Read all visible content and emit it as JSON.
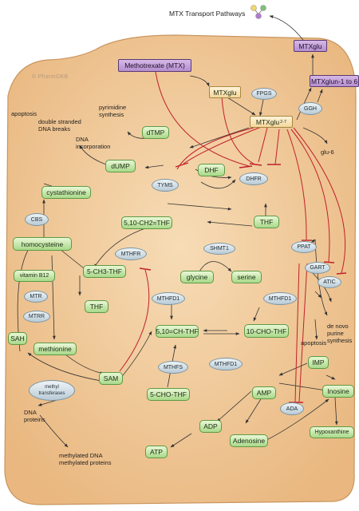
{
  "title": "MTX Transport Pathways",
  "watermark": "© PharmGKB",
  "drug": "Methotrexate (MTX)",
  "polyglutamates": {
    "mtxglu": "MTXglu",
    "mtxglu_27_main": "MTXglu",
    "mtxglu_27_sub": "2-7",
    "mtxglu_top": "MTXglu",
    "mtxglu_1n_main": "MTXglu",
    "mtxglu_1n_sub": "n-1 to 6"
  },
  "enzymes": {
    "fpgs": "FPGS",
    "ggh": "GGH",
    "tyms": "TYMS",
    "dhfr": "DHFR",
    "shmt1": "SHMT1",
    "mthfr": "MTHFR",
    "cbs": "CBS",
    "mtr": "MTR",
    "mtrr": "MTRR",
    "mthfd1_a": "MTHFD1",
    "mthfd1_b": "MTHFD1",
    "mthfd1_c": "MTHFD1",
    "mthfs": "MTHFS",
    "ppat": "PPAT",
    "gart": "GART",
    "atic": "ATIC",
    "ada": "ADA",
    "methyltransferases": "methyl\ntransferases"
  },
  "metabolites": {
    "dtmp": "dTMP",
    "dump": "dUMP",
    "dhf": "DHF",
    "thf": "THF",
    "ch2thf": "5,10-CH2=THF",
    "cystathionine": "cystathionine",
    "homocysteine": "homocysteine",
    "vitb12": "vitamin B12",
    "ch3thf": "5-CH3-THF",
    "thf_small": "THF",
    "glycine": "glycine",
    "serine": "serine",
    "sah": "SAH",
    "methionine": "methionine",
    "sam": "SAM",
    "chthf": "5,10=CH-THF",
    "chothf": "10-CHO-THF",
    "chothf5": "5-CHO-THF",
    "imp": "IMP",
    "amp": "AMP",
    "inosine": "Inosine",
    "hypoxanthine": "Hypoxanthine",
    "adp": "ADP",
    "atp": "ATP",
    "adenosine": "Adenosine"
  },
  "labels": {
    "apoptosis_top": "apoptosis",
    "ds_breaks": "double stranded\nDNA breaks",
    "pyrimidine": "pyrimidine\nsynthesis",
    "dna_incorp": "DNA\nincorporation",
    "glu6": "glu-6",
    "de_novo": "de novo\npurine\nsynthesis",
    "apoptosis_right": "apoptosis",
    "dna_proteins": "DNA\nproteins",
    "methylated": "methylated DNA\nmethylated proteins"
  },
  "colors": {
    "cell_fill": "#efc493",
    "cell_stroke": "#c9955f",
    "arrow": "#333333",
    "inhibit": "#c0202a",
    "metabolite": "#a9d98a",
    "enzyme": "#b9cbd6",
    "drug": "#b58fce",
    "polyglutamate": "#f3d79c"
  },
  "icons": [
    "molecule-icon"
  ]
}
